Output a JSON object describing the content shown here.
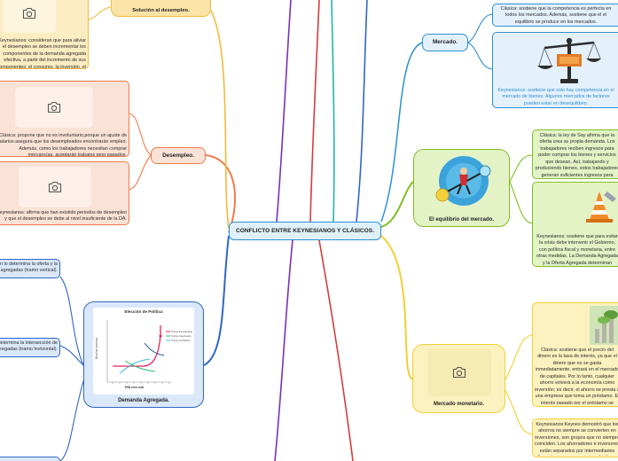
{
  "central": {
    "title": "CONFLICTO ENTRE KEYNESIANOS Y CLÁSICOS."
  },
  "mercado": {
    "label": "Mercado.",
    "clasica": "Clásica: sostiene que la competencia es perfecta en todos los mercados. Además, sostiene que el el equilibrio se produce en los mercados.",
    "keynes": "Keynesianos: sostiene que solo hay competencia en el mercado de bienes. Algunos mercados de factores pueden estar en desequilibrio."
  },
  "equilibrio": {
    "label": "El equilibrio del mercado.",
    "clasica": "Clásica: la ley de Say afirma que la oferta crea su propia demanda. Los trabajadores reciben ingresos para poder comprar los bienes y servicios que desean. Así, trabajando y produciendo bienes, estos trabajadores generan suficientes ingresos para comprar estas mercancías. De esta forma, no hay exceso de productos estarán necesariamente vendidos.",
    "keynes": "Keynesianos: sostiene que para evitar la crisis debe intervenir el Gobierno, con política fiscal y monetaria, entre otras medidas. La Demanda Agregada y la Oferta Agregada determinan conjuntamente el nivel de producción y precios."
  },
  "monetario": {
    "label": "Mercado monetario.",
    "clasica": "Clásica: sostiene que el precio del dinero es la tasa de interés, ya que el dinero que no se gasta inmediatamente, entrará en el mercado de capitales. Por lo tanto, cualquier ahorro volverá a la economía como inversión; es decir, el ahorro se presta a una empresa que toma un préstamo. El interés pagado por el préstamo se convierte en precio del dinero que asegura que no haya ahorros no productivos. De esta forma, el mercado monetario alcanza el equilibrio por medio del tipo de interés.",
    "keynes": "Keynesianos:Keynes demostró que los ahorros no siempre se convierten en inversiones, son grupos que no siempre coinciden. Los ahorradores e inversores están separados por intermediarios financieros con sus propios objetivos. Durante una recesión, aunque el tipo de interés esté muy bajo, la inversión puede no recuperarse."
  },
  "desempleo": {
    "label": "Desempleo.",
    "clasica": "Clásica: propone que no es involuntario,porque un ajuste de salarios asegura que los desempleados encontrarán empleo. Además, como los trabajadores necesitan comprar mercancías, aceptarán trabajos peor pagados.",
    "keynes": "Keynesianos: afirma que han existido periodos de desempleo y que el desempleo se debe al nivel insuficiente de la DA."
  },
  "solucion": {
    "label": "Solución al desempleo.",
    "text": "Keynesianos: consideran que para aliviar el desempleo se deben incrementar los componentes de la demanda agregada efectiva, a partir del incremento de sus componentes: el consumo, la inversión, el gasto público y las exportaciones netas."
  },
  "demanda": {
    "label": "Demanda Agregada.",
    "t1": "Clásica: el nivel de producción lo determina la oferta y la demanda agregadas (tramo vertical).",
    "t2": "Keynesianos: el nivel de producción lo determina la intersección de la oferta y la demanda agregadas (tramo horizontal)."
  },
  "chart": {
    "title": "Elección de Política",
    "ylabel": "Nivel de precios",
    "xlabel": "PIB reto real",
    "legend": [
      "Tramo Keynesiano",
      "Tramo intermedio",
      "Tramo CLÁSICO"
    ]
  },
  "colors": {
    "central": "#dff1fa",
    "mercado": "#2c8fd2",
    "equilibrio": "#7fbf24",
    "monetario": "#f0d034",
    "desempleo": "#f07a4c",
    "solucion": "#f2ba3c",
    "demanda": "#2f66c5",
    "purple": "#7b2fb5",
    "red": "#d63c3c",
    "teal": "#22b3b0"
  }
}
